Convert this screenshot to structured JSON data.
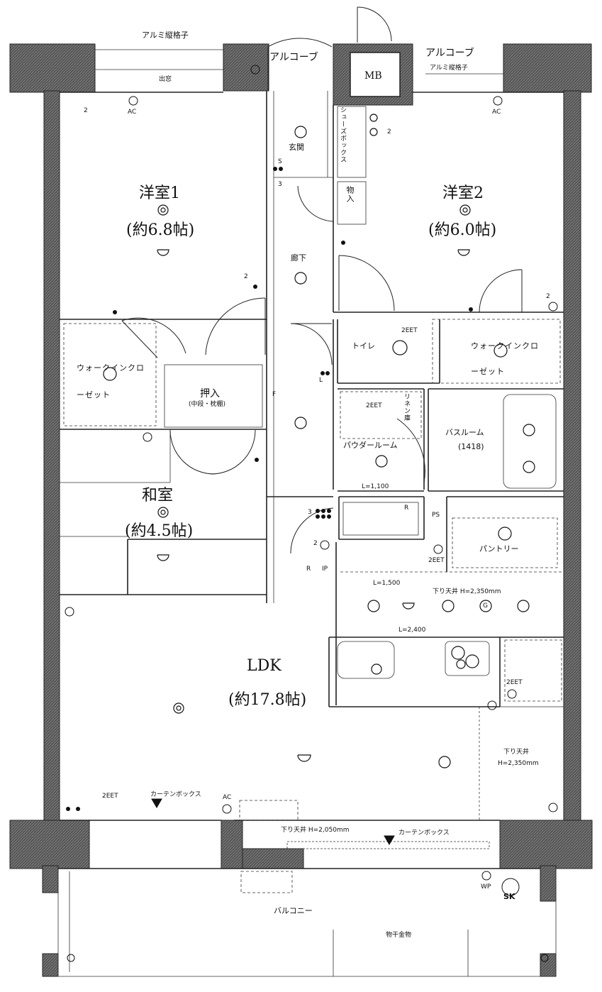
{
  "rooms": {
    "western1": {
      "name": "洋室1",
      "size": "(約6.8帖)"
    },
    "western2": {
      "name": "洋室2",
      "size": "(約6.0帖)"
    },
    "japanese": {
      "name": "和室",
      "size": "(約4.5帖)"
    },
    "ldk": {
      "name": "LDK",
      "size": "(約17.8帖)"
    },
    "bath": {
      "name": "バスルーム",
      "size": "(1418)"
    }
  },
  "labels": {
    "alumi_lattice_left": "アルミ縦格子",
    "alumi_lattice_right": "アルミ縦格子",
    "bay_window": "出窓",
    "alcove_left": "アルコーブ",
    "alcove_right": "アルコーブ",
    "mb": "MB",
    "entrance": "玄関",
    "shoebox": "シューズボックス",
    "storage": "物入",
    "hallway": "廊下",
    "walkin_left": "ウォークインクローゼット",
    "walkin_right": "ウォークインクローゼット",
    "oshiire": "押入",
    "oshiire_note": "(中段・枕棚)",
    "toilet": "トイレ",
    "powder_room": "パウダールーム",
    "linen": "リネン庫",
    "pantry": "パントリー",
    "ps": "PS",
    "l1100": "L=1,100",
    "l1500": "L=1,500",
    "l2400": "L=2,400",
    "ceiling_2350_a": "下り天井 H=2,350mm",
    "ceiling_2350_b_1": "下り天井",
    "ceiling_2350_b_2": "H=2,350mm",
    "ceiling_2050": "下り天井 H=2,050mm",
    "curtain_box_left": "カーテンボックス",
    "curtain_box_right": "カーテンボックス",
    "balcony": "バルコニー",
    "drying_hardware": "物干金物",
    "sk": "SK",
    "wp": "WP",
    "ac1": "AC",
    "ac2": "AC",
    "ac3": "AC",
    "r1": "R",
    "r2": "R",
    "ip": "IP",
    "f": "F",
    "g": "G"
  },
  "outlet_marks": {
    "a": "2",
    "b": "2",
    "c": "2",
    "d": "2",
    "e": "3",
    "f": "3",
    "g": "2",
    "h": "2EET",
    "i": "2EET",
    "j": "2EET",
    "k": "2EET",
    "l": "2EET",
    "m": "L",
    "n": "S"
  },
  "colors": {
    "wall": "#4d4d4d",
    "line": "#222222",
    "paper": "#ffffff"
  }
}
